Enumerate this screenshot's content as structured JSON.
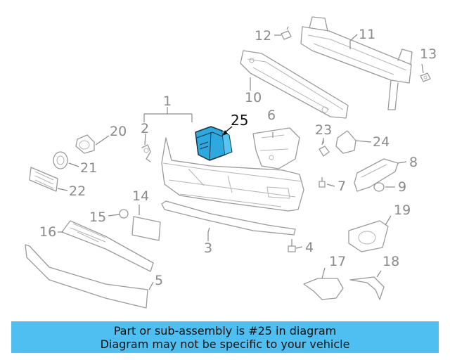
{
  "diagram": {
    "highlighted_part": "25",
    "callouts": [
      "1",
      "2",
      "3",
      "4",
      "5",
      "7",
      "8",
      "9",
      "10",
      "11",
      "12",
      "13",
      "14",
      "15",
      "16",
      "17",
      "18",
      "19",
      "20",
      "21",
      "22",
      "23",
      "24",
      "25",
      "6"
    ]
  },
  "banner": {
    "line1": "Part or sub-assembly is #25 in diagram",
    "line2": "Diagram may not be specific to your vehicle",
    "color": "#4fbff2"
  },
  "colors": {
    "highlight": "#2ea9e0",
    "line": "#9a9a9a"
  }
}
